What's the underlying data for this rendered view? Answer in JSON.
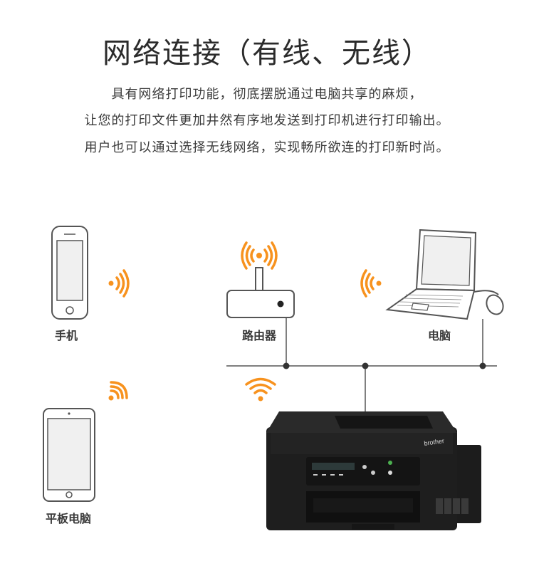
{
  "title": "网络连接（有线、无线）",
  "description": [
    "具有网络打印功能，彻底摆脱通过电脑共享的麻烦，",
    "让您的打印文件更加井然有序地发送到打印机进行打印输出。",
    "用户也可以通过选择无线网络，实现畅所欲连的打印新时尚。"
  ],
  "devices": {
    "phone": "手机",
    "router": "路由器",
    "computer": "电脑",
    "tablet": "平板电脑"
  },
  "printer": {
    "brand": "brother"
  },
  "colors": {
    "wifi_accent": "#f7921e",
    "line": "#555555",
    "printer_body": "#1e1e1e"
  }
}
